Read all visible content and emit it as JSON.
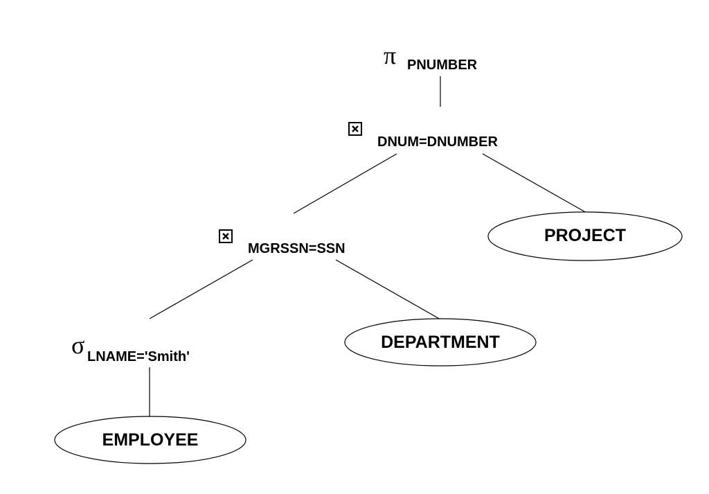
{
  "diagram": {
    "projection": {
      "symbol": "π",
      "condition": "PNUMBER"
    },
    "join_top": {
      "icon": "join-icon",
      "condition": "DNUM=DNUMBER"
    },
    "join_left": {
      "icon": "join-icon",
      "condition": "MGRSSN=SSN"
    },
    "selection": {
      "symbol": "σ",
      "condition": "LNAME='Smith'"
    },
    "relations": {
      "project": "PROJECT",
      "department": "DEPARTMENT",
      "employee": "EMPLOYEE"
    },
    "colors": {
      "stroke": "#000000",
      "background": "#ffffff"
    }
  }
}
